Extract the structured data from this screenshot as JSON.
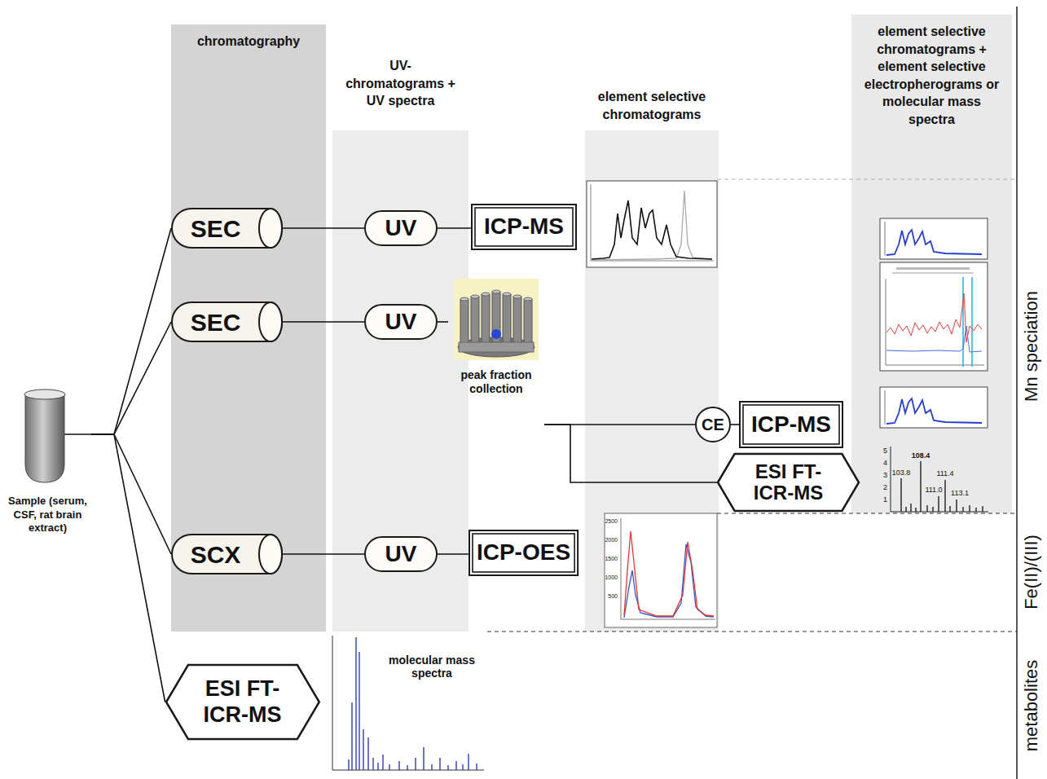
{
  "diagram": {
    "nodes": [
      {
        "text": [
          "chromatography"
        ]
      },
      {
        "text": [
          "UV- chromatograms + UV spectra"
        ]
      },
      {
        "text": [
          "element selective chromatograms"
        ]
      },
      {
        "text": [
          "element selective chromatograms + element selective electropherograms or molecular mass spectra"
        ]
      },
      {
        "text": [
          "Sample (serum, CSF, rat brain extract)"
        ]
      },
      {
        "text": [
          "SEC"
        ],
        "in": 0
      },
      {
        "text": [
          "UV"
        ],
        "in": 1
      },
      {
        "text": [
          "ICP-MS"
        ]
      },
      {
        "text": [
          "SEC"
        ],
        "in": 0
      },
      {
        "text": [
          "UV"
        ],
        "in": 1
      },
      {
        "text": [
          "peak fraction collection"
        ]
      },
      {
        "text": [
          "CE"
        ]
      },
      {
        "text": [
          "ICP-MS"
        ]
      },
      {
        "text": [
          "ESI FT- ICR-MS"
        ]
      },
      {
        "text": [
          "SCX"
        ],
        "in": 0
      },
      {
        "text": [
          "UV"
        ],
        "in": 1
      },
      {
        "text": [
          "ICP-OES"
        ]
      },
      {
        "text": [
          "ESI FT- ICR-MS"
        ]
      }
    ],
    "edges": [
      {
        "from": 4,
        "to": 5,
        "arrow": "none"
      },
      {
        "from": 4,
        "to": 8,
        "arrow": "none"
      },
      {
        "from": 4,
        "to": 14,
        "arrow": "none"
      },
      {
        "from": 4,
        "to": 17,
        "arrow": "none"
      },
      {
        "from": 5,
        "to": 6,
        "arrow": "none"
      },
      {
        "from": 6,
        "to": 7,
        "arrow": "none"
      },
      {
        "from": 8,
        "to": 9,
        "arrow": "none"
      },
      {
        "from": 9,
        "to": 10,
        "arrow": "none"
      },
      {
        "from": 10,
        "to": 11,
        "arrow": "none"
      },
      {
        "from": 11,
        "to": 12,
        "arrow": "none"
      },
      {
        "from": 10,
        "to": 13,
        "arrow": "none"
      },
      {
        "from": 14,
        "to": 15,
        "arrow": "none"
      },
      {
        "from": 15,
        "to": 16,
        "arrow": "none"
      }
    ],
    "labels": [
      "Mn speciation",
      "Fe(II)/(III)",
      "metabolites",
      "molecular mass spectra",
      "5",
      "4",
      "3",
      "2",
      "1",
      "103.8",
      "108.4",
      "111.4",
      "111.0",
      "113.1",
      "2500",
      "2000",
      "1500",
      "1000",
      "500"
    ]
  }
}
